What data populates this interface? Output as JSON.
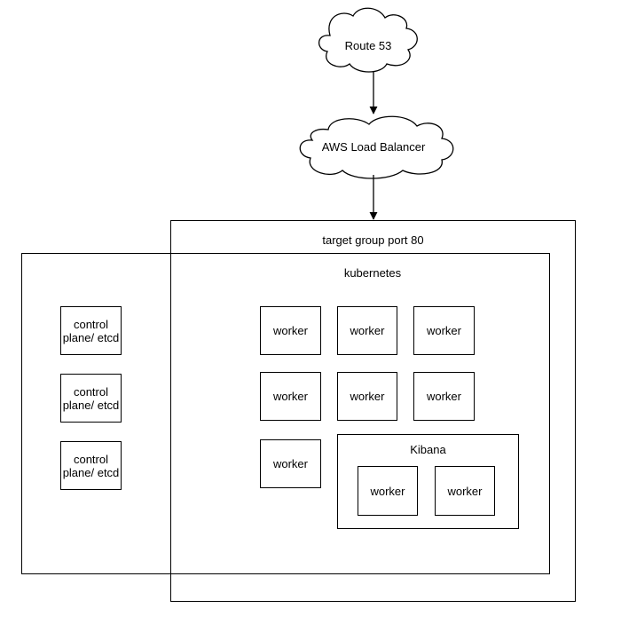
{
  "clouds": {
    "route53": "Route 53",
    "load_balancer": "AWS Load Balancer"
  },
  "target_group": {
    "label": "target group port 80"
  },
  "cluster": {
    "label": "kubernetes"
  },
  "control_plane": [
    "control\nplane/ etcd",
    "control\nplane/ etcd",
    "control\nplane/ etcd"
  ],
  "workers": [
    "worker",
    "worker",
    "worker",
    "worker",
    "worker",
    "worker",
    "worker"
  ],
  "kibana": {
    "label": "Kibana",
    "workers": [
      "worker",
      "worker"
    ]
  }
}
